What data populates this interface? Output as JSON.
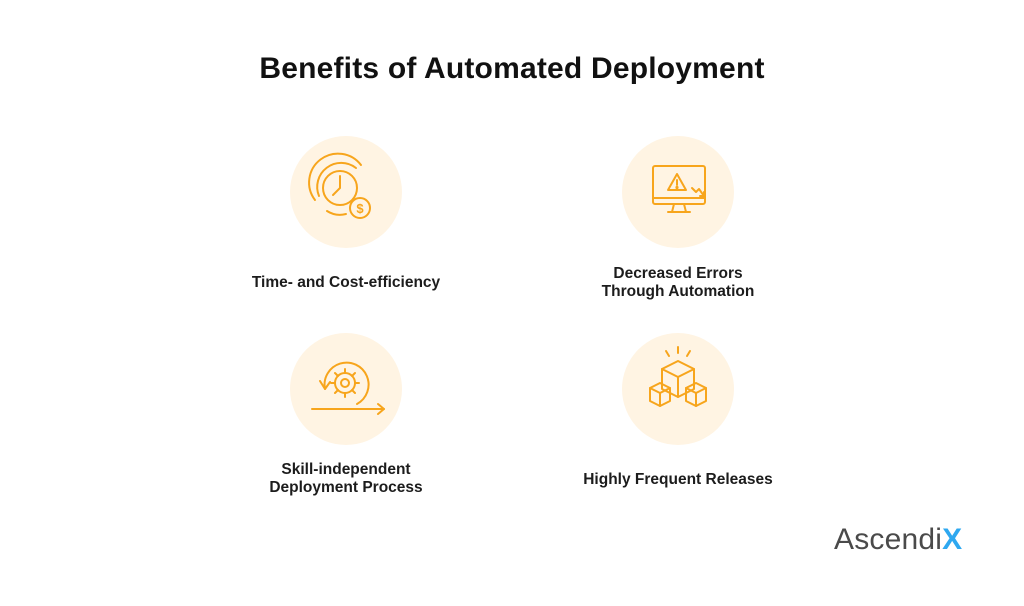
{
  "title": "Benefits of Automated Deployment",
  "accent_color": "#f7a51c",
  "circle_color": "#fff4e3",
  "benefits": [
    {
      "icon": "clock-cost-icon",
      "label": "Time- and Cost-efficiency"
    },
    {
      "icon": "monitor-warning-icon",
      "label_line1": "Decreased Errors",
      "label_line2": "Through Automation"
    },
    {
      "icon": "gear-cycle-icon",
      "label_line1": "Skill-independent",
      "label_line2": "Deployment Process"
    },
    {
      "icon": "boxes-icon",
      "label": "Highly Frequent Releases"
    }
  ],
  "logo": {
    "text": "Ascendi",
    "accent": "X"
  }
}
